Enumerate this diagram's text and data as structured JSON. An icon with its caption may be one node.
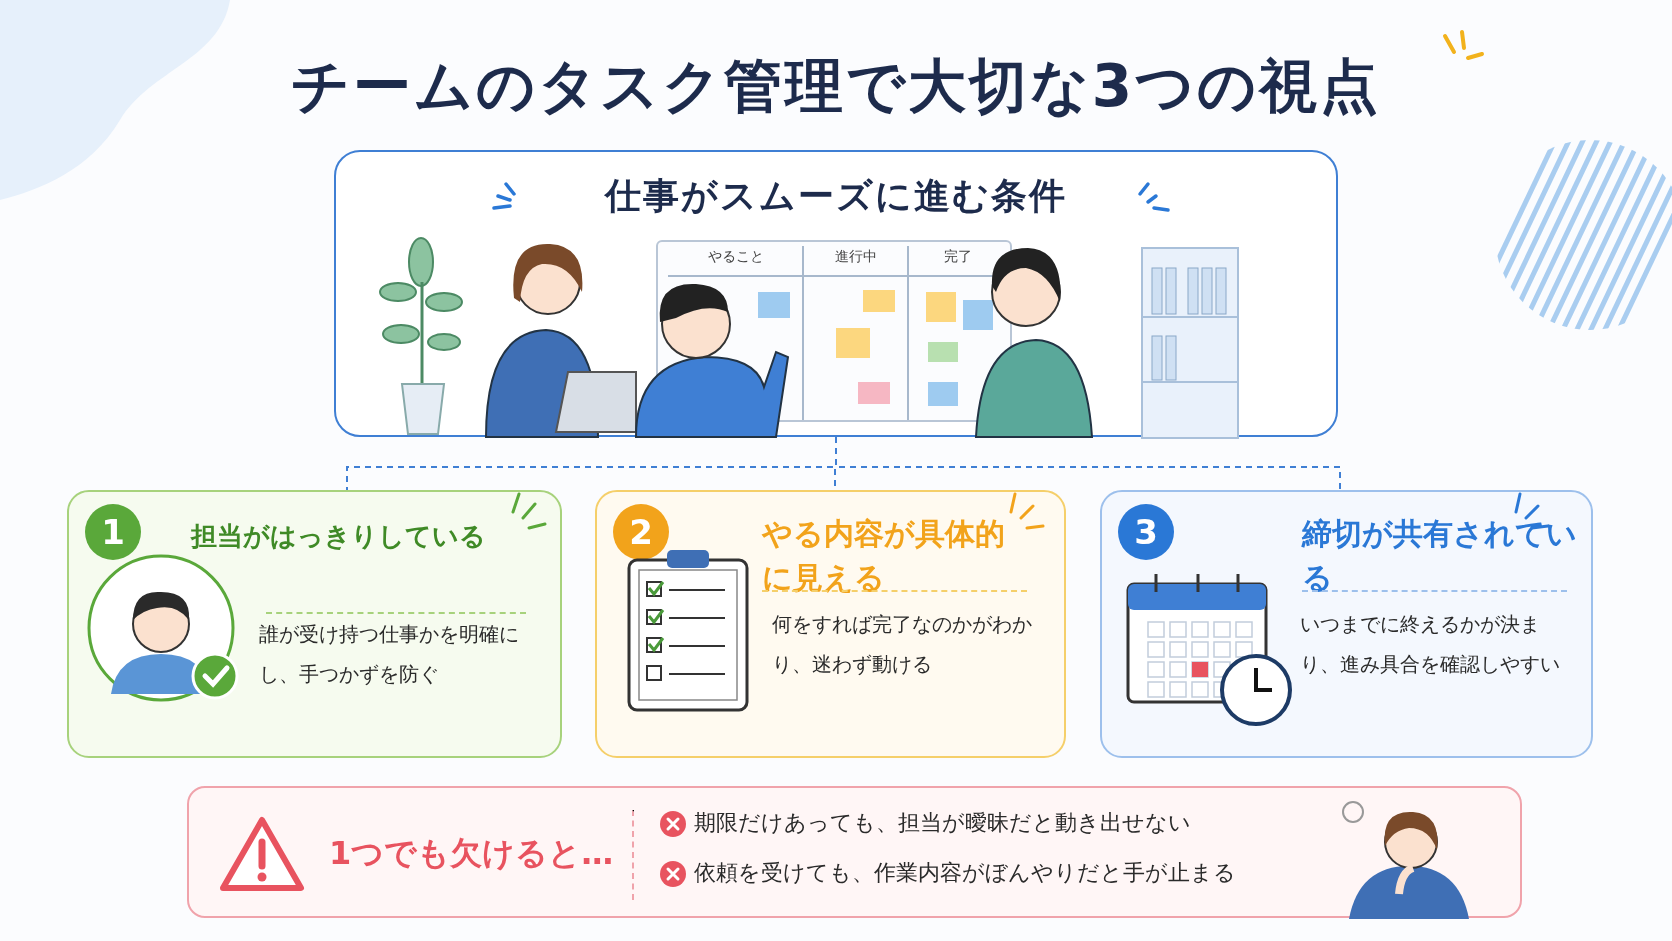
{
  "diagram": {
    "title": "チームのタスク管理で大切な**3つの視点**",
    "nodes": [
      {
        "text": [
          "仕事がスムーズに進む条件"
        ]
      },
      {
        "text": [
          "やること",
          "進行中",
          "完了"
        ],
        "in": 0
      },
      {
        "text": [
          "1",
          "**担当**がはっきりしている",
          "誰が受け持つ仕事かを明確にし、手つかずを防ぐ"
        ]
      },
      {
        "text": [
          "2",
          "やる内容が具体的に見える",
          "何をすれば完了なのかがわかり、迷わず動ける"
        ]
      },
      {
        "text": [
          "3",
          "締切が共有されている",
          "いつまでに終えるかが決まり、進み具合を確認しやすい"
        ]
      },
      {
        "text": [
          "1つでも欠けると…",
          "期限だけあっても、担当が曖昧だと動き出せない",
          "依頼を受けても、作業内容がぼんやりだと手が止まる"
        ]
      }
    ],
    "edges": [
      {
        "from": 0,
        "to": 2,
        "arrow": "none",
        "style": "dashed"
      },
      {
        "from": 0,
        "to": 3,
        "arrow": "none",
        "style": "dashed"
      },
      {
        "from": 0,
        "to": 4,
        "arrow": "none",
        "style": "dashed"
      }
    ]
  }
}
